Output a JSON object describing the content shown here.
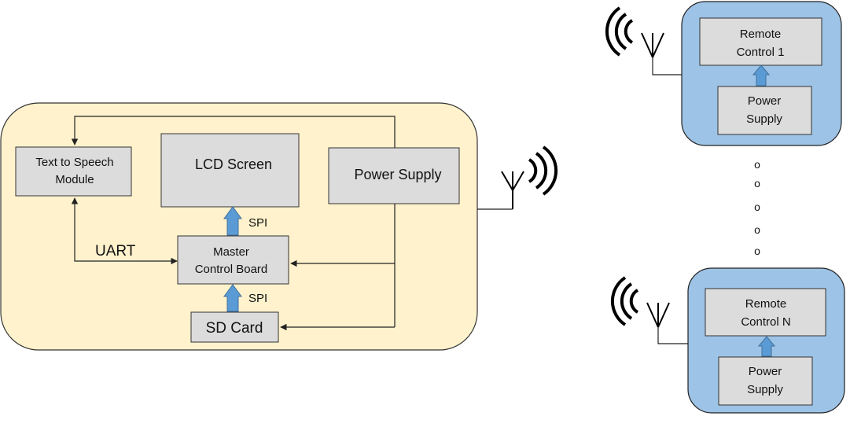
{
  "main_system": {
    "text_to_speech": [
      "Text to Speech",
      "Module"
    ],
    "lcd": "LCD Screen",
    "power_supply": "Power Supply",
    "master_board": [
      "Master",
      "Control Board"
    ],
    "sd_card": "SD Card",
    "uart_label": "UART",
    "spi_label_top": "SPI",
    "spi_label_bottom": "SPI"
  },
  "remote_1": {
    "title": [
      "Remote",
      "Control 1"
    ],
    "power": [
      "Power",
      "Supply"
    ]
  },
  "remote_n": {
    "title": [
      "Remote",
      "Control N"
    ],
    "power": [
      "Power",
      "Supply"
    ]
  },
  "ellipsis_dots": [
    "o",
    "o",
    "o",
    "o",
    "o"
  ],
  "colors": {
    "main_panel": "#fff2cc",
    "remote_panel": "#9dc3e6",
    "block": "#dcdcdc",
    "arrow": "#5b9bd5"
  }
}
